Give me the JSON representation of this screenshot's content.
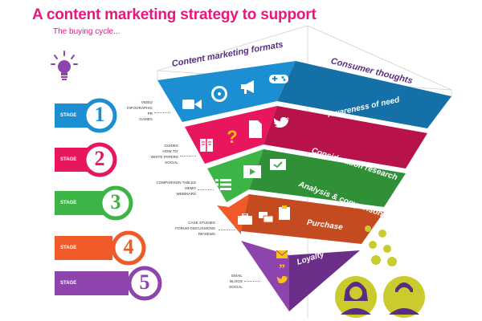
{
  "title": "A content marketing strategy to support",
  "subtitle": "The buying cycle...",
  "headings": {
    "formats": "Content marketing formats",
    "thoughts": "Consumer thoughts"
  },
  "stages": [
    {
      "label": "STAGE",
      "number": "1",
      "color": "#1c8fd2"
    },
    {
      "label": "STAGE",
      "number": "2",
      "color": "#e8175d"
    },
    {
      "label": "STAGE",
      "number": "3",
      "color": "#3db546"
    },
    {
      "label": "STAGE",
      "number": "4",
      "color": "#f05a28"
    },
    {
      "label": "STAGE",
      "number": "5",
      "color": "#8e44ad"
    }
  ],
  "tiers": [
    {
      "thought": "Awareness of need",
      "formats": [
        "VIDEO",
        "INFOGRAPHIC",
        "PR",
        "GAMES"
      ],
      "color": "#1c8fd2",
      "icons": [
        "video-camera-icon",
        "cd-icon",
        "megaphone-icon",
        "gamepad-icon"
      ]
    },
    {
      "thought": "Consideration research",
      "formats": [
        "GUIDES",
        "HOW TO'",
        "WHITE PAPERS",
        "SOCIAL"
      ],
      "color": "#e8175d",
      "icons": [
        "book-icon",
        "question-mark-icon",
        "document-icon",
        "twitter-bird-icon"
      ]
    },
    {
      "thought": "Analysis & comparison",
      "formats": [
        "COMPARISON TABLES",
        "DEMO",
        "WEBINARS"
      ],
      "color": "#3db546",
      "icons": [
        "list-icon",
        "play-screen-icon",
        "presentation-icon"
      ]
    },
    {
      "thought": "Purchase",
      "formats": [
        "CASE STUDIES",
        "FORUM DISCUSSIONS",
        "REVIEWS"
      ],
      "color": "#f05a28",
      "icons": [
        "briefcase-icon",
        "chat-bubbles-icon",
        "clipboard-icon"
      ]
    },
    {
      "thought": "Loyalty",
      "formats": [
        "EMAIL",
        "BLOGS",
        "SOCIAL"
      ],
      "color": "#8e44ad",
      "icons": [
        "envelope-icon",
        "quote-icon",
        "twitter-bird-icon"
      ]
    }
  ],
  "colors": {
    "accent": "#e8177d",
    "heading": "#5a2d82",
    "persona": "#c9cc2c",
    "lightbulb": "#8e44ad"
  }
}
